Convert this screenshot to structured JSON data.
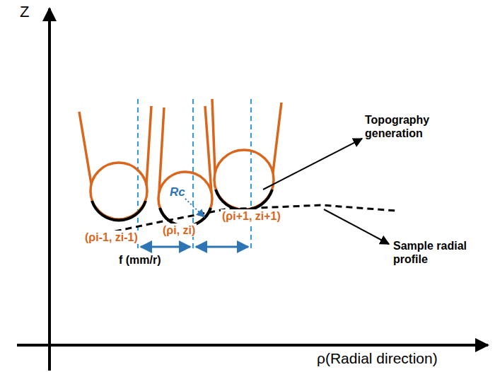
{
  "diagram": {
    "labels": [
      "Z",
      "Rc",
      "(ρi-1, zi-1)",
      "(ρi, zi)",
      "(ρi+1, zi+1)",
      "f (mm/r)",
      "Topography generation",
      "Sample radial profile",
      "ρ(Radial direction)"
    ]
  }
}
